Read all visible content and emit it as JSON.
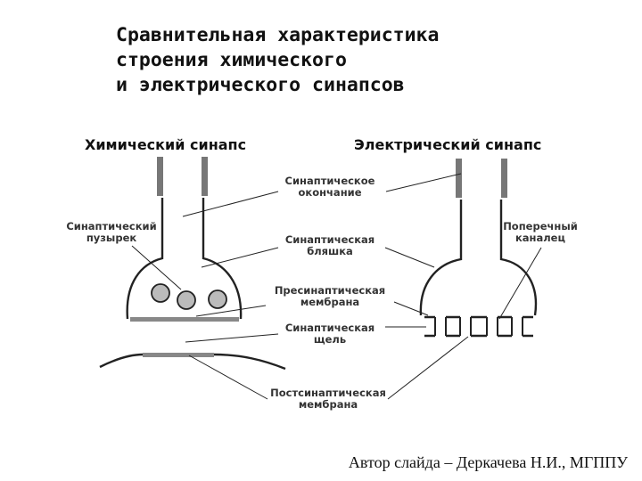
{
  "slide": {
    "title_lines": [
      "Сравнительная характеристика",
      "строения химического",
      "и электрического синапсов"
    ],
    "footer": "Автор слайда – Деркачева Н.И., МГППУ"
  },
  "diagram": {
    "chemical_header": "Химический синапс",
    "electrical_header": "Электрический синапс",
    "labels": {
      "synaptic_ending": [
        "Синаптическое",
        "окончание"
      ],
      "synaptic_vesicle": [
        "Синаптический",
        "пузырек"
      ],
      "cross_channel": [
        "Поперечный",
        "каналец"
      ],
      "synaptic_plaque": [
        "Синаптическая",
        "бляшка"
      ],
      "presynaptic_membrane": [
        "Пресинаптическая",
        "мембрана"
      ],
      "synaptic_cleft": [
        "Синаптическая",
        "щель"
      ],
      "postsynaptic_membrane": [
        "Постсинаптическая",
        "мембрана"
      ]
    },
    "colors": {
      "line": "#222222",
      "membrane_gray": "#888888",
      "myelin_gray": "#777777"
    }
  }
}
